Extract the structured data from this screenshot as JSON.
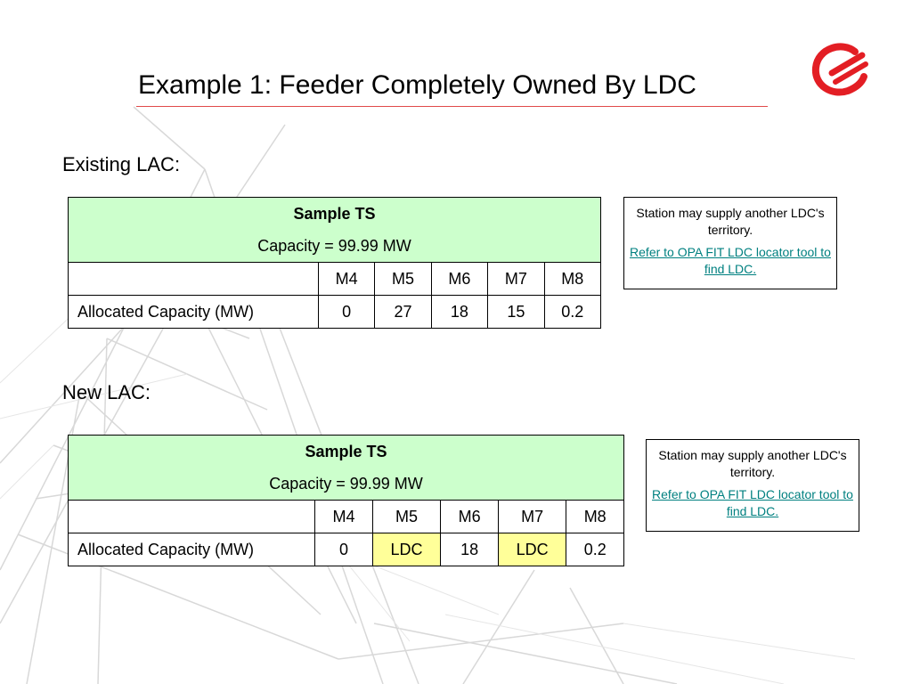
{
  "slide": {
    "title": "Example 1: Feeder Completely Owned By LDC"
  },
  "colors": {
    "title_rule": "#e04a4a",
    "header_fill": "#ccffcc",
    "highlight_fill": "#ffff99",
    "link": "#008080",
    "logo": "#e31e24"
  },
  "logo": {
    "icon": "brand-swirl-logo-icon"
  },
  "existing": {
    "label": "Existing LAC:",
    "table": {
      "station": "Sample TS",
      "capacity": "Capacity = 99.99 MW",
      "columns": [
        "M4",
        "M5",
        "M6",
        "M7",
        "M8"
      ],
      "row_label": "Allocated Capacity (MW)",
      "values": [
        "0",
        "27",
        "18",
        "15",
        "0.2"
      ]
    },
    "note": {
      "text": "Station may supply another LDC's territory.",
      "link": "Refer to OPA FIT LDC locator tool to find LDC."
    }
  },
  "new": {
    "label": "New LAC:",
    "table": {
      "station": "Sample TS",
      "capacity": "Capacity = 99.99 MW",
      "columns": [
        "M4",
        "M5",
        "M6",
        "M7",
        "M8"
      ],
      "row_label": "Allocated Capacity (MW)",
      "values": [
        "0",
        "LDC",
        "18",
        "LDC",
        "0.2"
      ]
    },
    "note": {
      "text": "Station may supply another LDC's territory.",
      "link": "Refer to OPA FIT LDC locator tool to find LDC."
    }
  }
}
